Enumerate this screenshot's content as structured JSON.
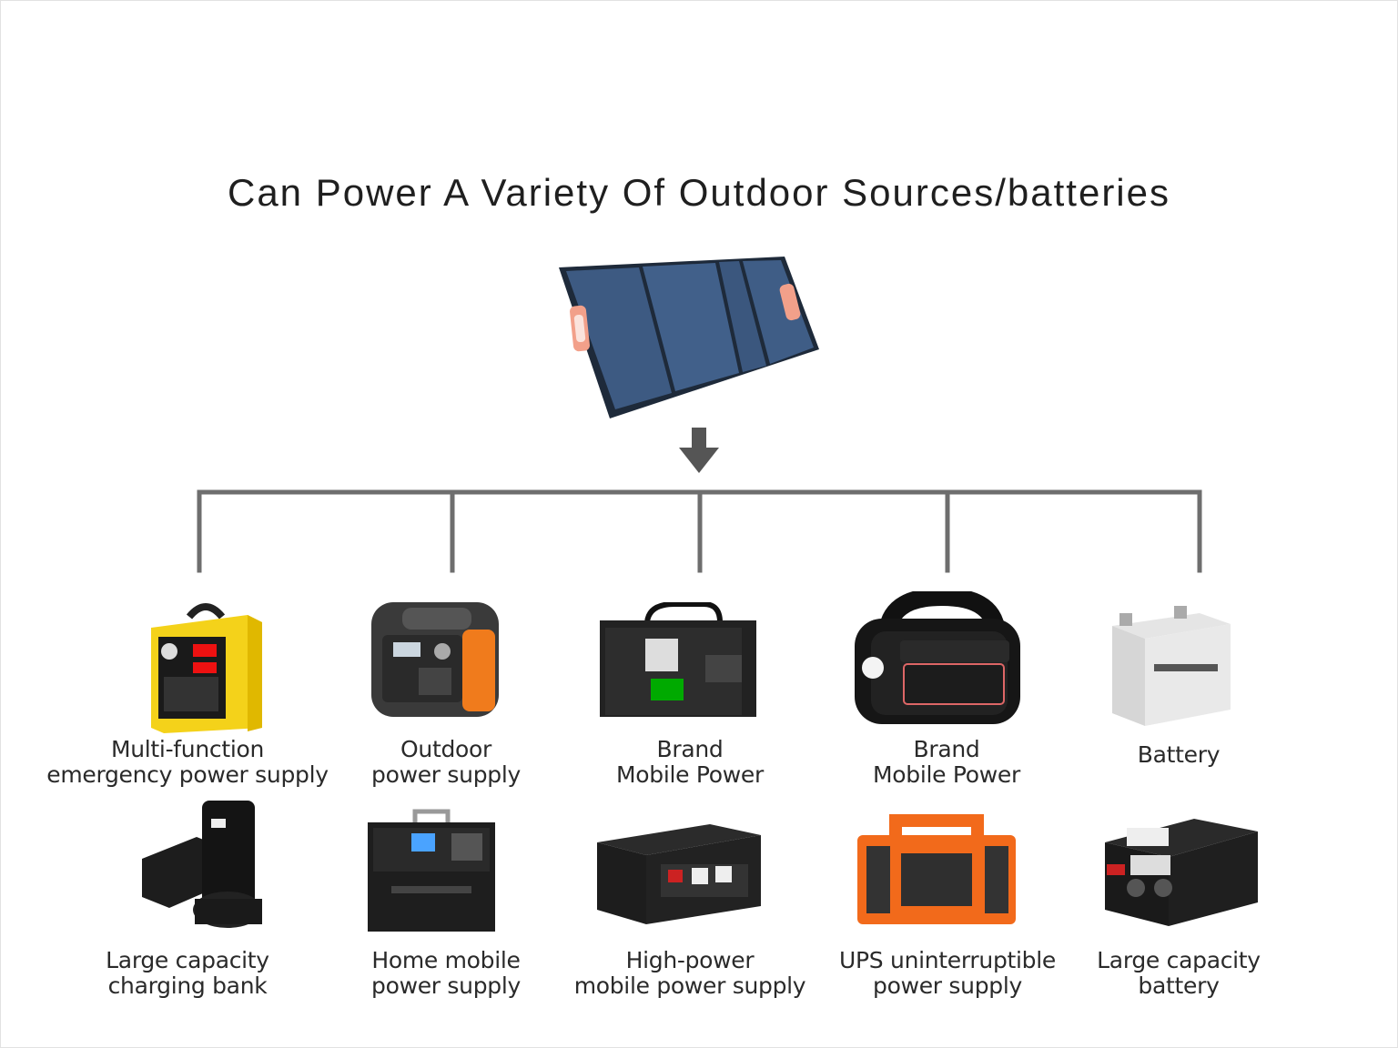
{
  "title": "Can Power A Variety Of Outdoor Sources/batteries",
  "colors": {
    "tree_line": "#6e6e6e",
    "panel_cell": "#3d5a82",
    "panel_frame": "#1e2a3a",
    "handle": "#f2a08a"
  },
  "icons": {
    "solar_panel": "solar-panel-icon",
    "arrow": "arrow-down-icon"
  },
  "products": [
    {
      "label": "Multi-function\nemergency power supply",
      "icon": "yellow-emergency-power-icon"
    },
    {
      "label": "Outdoor\npower supply",
      "icon": "orange-portable-station-icon"
    },
    {
      "label": "Brand\nMobile Power",
      "icon": "black-inverter-box-icon"
    },
    {
      "label": "Brand\nMobile Power",
      "icon": "pecron-power-station-icon"
    },
    {
      "label": "Battery",
      "icon": "lead-acid-battery-icon"
    },
    {
      "label": "Large capacity\ncharging bank",
      "icon": "power-bank-icon"
    },
    {
      "label": "Home mobile\npower supply",
      "icon": "home-power-box-icon"
    },
    {
      "label": "High-power\nmobile power supply",
      "icon": "high-power-case-icon"
    },
    {
      "label": "UPS uninterruptible\npower supply",
      "icon": "orange-ups-icon"
    },
    {
      "label": "Large capacity\nbattery",
      "icon": "lithium-battery-box-icon"
    }
  ]
}
